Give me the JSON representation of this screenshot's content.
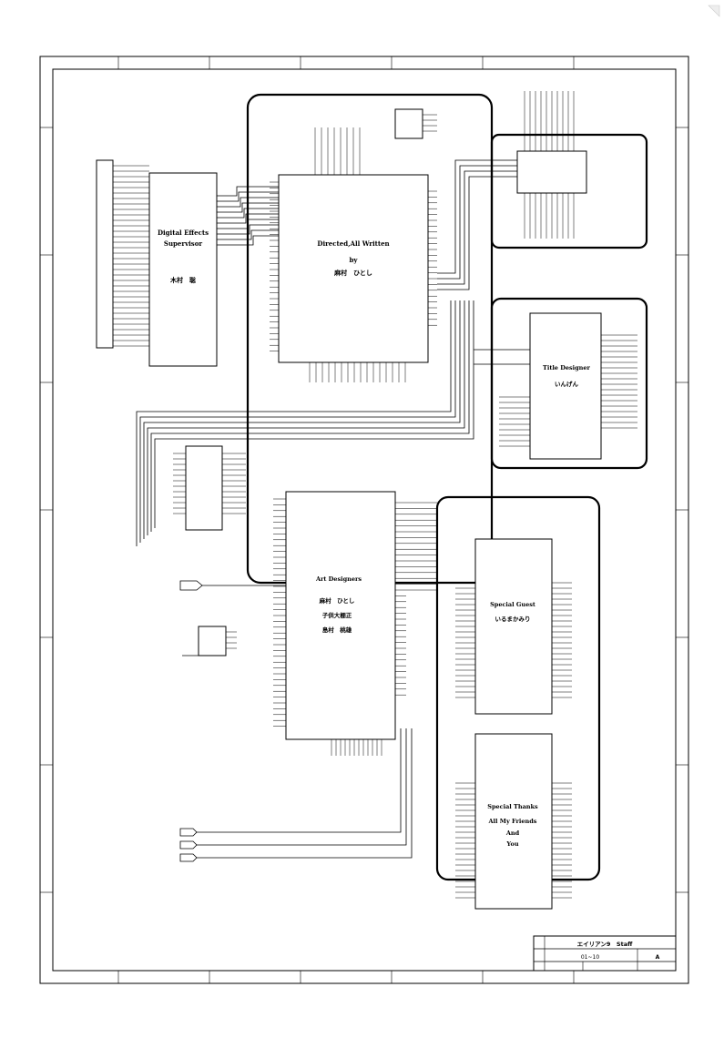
{
  "boxes": {
    "digital_effects": {
      "title1": "Digital Effects",
      "title2": "Supervisor",
      "name": "木村　聡"
    },
    "directed": {
      "title1": "Directed,All Written",
      "title2": "by",
      "name": "麻村　ひとし"
    },
    "title_designer": {
      "title1": "Title Designer",
      "name": "いんげん"
    },
    "art_designers": {
      "title1": "Art Designers",
      "name1": "麻村　ひとし",
      "name2": "子供大棚正",
      "name3": "島村　桃雄"
    },
    "special_guest": {
      "title1": "Special Guest",
      "name": "いるまかみり"
    },
    "special_thanks": {
      "title1": "Special Thanks",
      "line2": "All My Friends",
      "line3": "And",
      "line4": "You"
    }
  },
  "title_block": {
    "title": "エイリアン9　Staff",
    "number": "01~10",
    "revision": "A"
  }
}
